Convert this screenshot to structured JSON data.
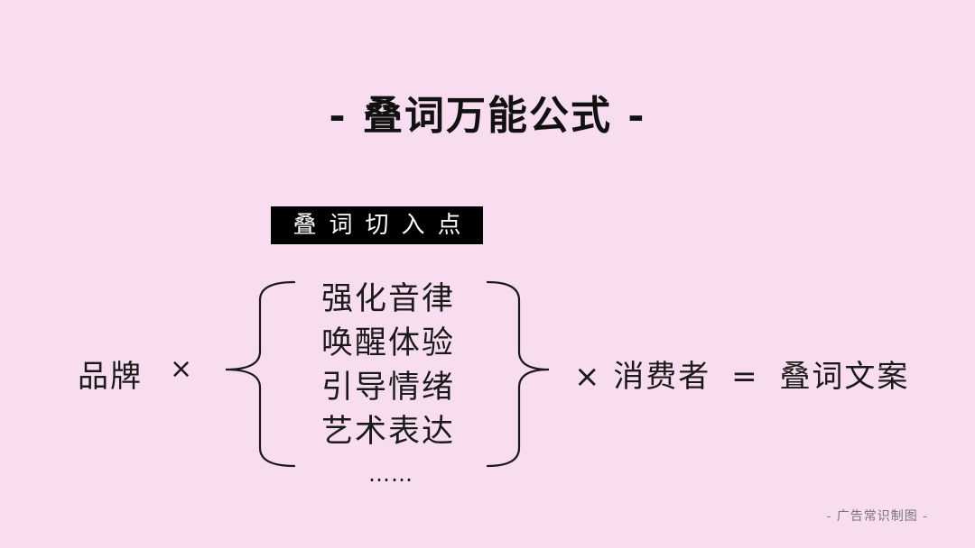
{
  "title": "- 叠词万能公式 -",
  "tag_label": "叠词切入点",
  "left_term": "品牌",
  "times_symbol": "×",
  "items": [
    "强化音律",
    "唤醒体验",
    "引导情绪",
    "艺术表达"
  ],
  "ellipsis": "……",
  "consumer": "消费者",
  "equals_symbol": "=",
  "result": "叠词文案",
  "watermark": "- 广告常识制图 -"
}
